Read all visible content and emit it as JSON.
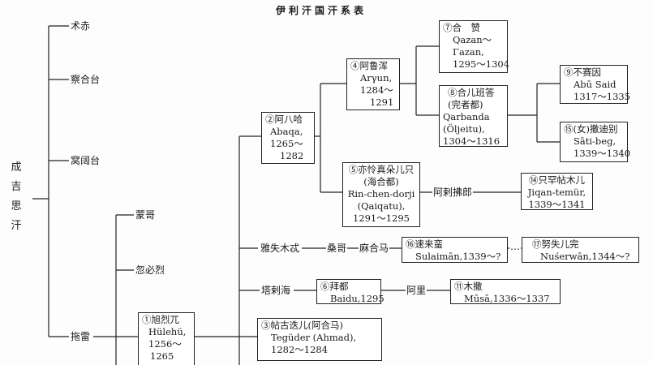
{
  "title": "伊利汗国汗系表",
  "root": "成吉思汗",
  "sons": [
    "术赤",
    "察合台",
    "窝阔台",
    "拖雷"
  ],
  "tolui_sons": [
    "蒙哥",
    "忽必烈"
  ],
  "hulegu": {
    "l1": "①旭烈兀",
    "l2": "Hülehü,",
    "l3": "1256～",
    "l4": "1265"
  },
  "abaqa": {
    "l1": "②阿八哈",
    "l2": "Abaqa,",
    "l3": "1265～",
    "l4": "1282"
  },
  "arghun": {
    "l1": "④阿鲁浑",
    "l2": "Arγun,",
    "l3": "1284～",
    "l4": "1291"
  },
  "ghazan": {
    "l1": "⑦合　赞",
    "l2": "Qazan～",
    "l3": "Γazan,",
    "l4": "1295～1304"
  },
  "oljeitu": {
    "l1": "⑧合儿班答",
    "l2": "(完者都)",
    "l3": "Qarbanda",
    "l4": "(Öljeitu),",
    "l5": "1304～1316"
  },
  "abu_said": {
    "l1": "⑨不赛因",
    "l2": "Abū Said",
    "l3": "1317～1335"
  },
  "sati_beg": {
    "l1": "⑮(女)撒迪别",
    "l2": "Sāti-beg,",
    "l3": "1339～1340"
  },
  "gaikhatu": {
    "l1": "⑤亦怜真朵儿只",
    "l2": "(海合都)",
    "l3": "Rin-chen-dorji",
    "l4": "(Qaiqatu),",
    "l5": "1291～1295"
  },
  "alafrang": "阿剌拂郎",
  "jiqan": {
    "l1": "⑭只罕帖木儿",
    "l2": "Jiqan-temür,",
    "l3": "1339～1341"
  },
  "yashmut": "雅失木忒",
  "sangge": "桑哥",
  "mahmud": "麻合马",
  "sulaiman": {
    "l1": "⑯速来蛮",
    "l2": "Sulaimān,1339～?"
  },
  "ellipsis": "…",
  "nushirwan": {
    "l1": "⑰努失儿完",
    "l2": "Nuśerwān,1344～?"
  },
  "taraqai": "塔剌海",
  "baidu": {
    "l1": "⑥拜都",
    "l2": "Baidu,1295"
  },
  "ali": "阿里",
  "musa": {
    "l1": "⑪木撒",
    "l2": "Mūsā,1336～1337"
  },
  "teguder": {
    "l1": "③帖古迭儿(阿合马)",
    "l2": "Tegüder (Ahmad),",
    "l3": "1282～1284"
  }
}
